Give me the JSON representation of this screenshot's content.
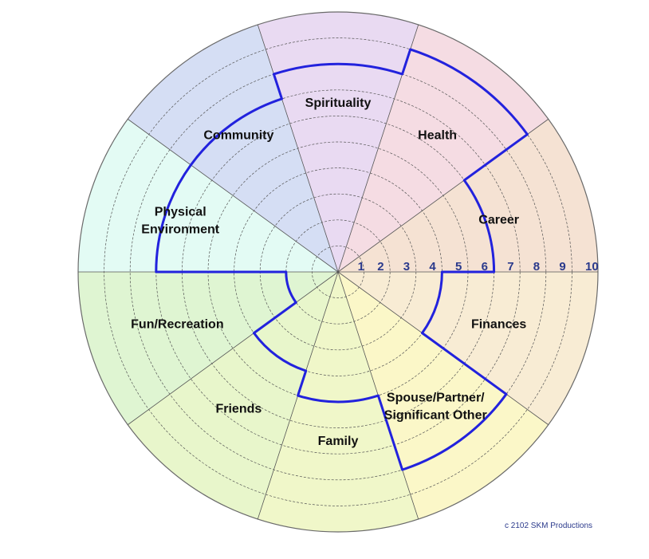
{
  "chart_data": {
    "type": "wheel",
    "scale": {
      "min": 0,
      "max": 10,
      "ticks": [
        "1",
        "2",
        "3",
        "4",
        "5",
        "6",
        "7",
        "8",
        "9",
        "10"
      ]
    },
    "grid": true,
    "categories": [
      {
        "name": "Career",
        "lines": [
          "Career"
        ],
        "value": 6,
        "color": "#f5e2d3"
      },
      {
        "name": "Finances",
        "lines": [
          "Finances"
        ],
        "value": 4,
        "color": "#f8ecd4"
      },
      {
        "name": "Spouse/Partner/ Significant Other",
        "lines": [
          "Spouse/Partner/",
          "Significant Other"
        ],
        "value": 8,
        "color": "#fbf7c8"
      },
      {
        "name": "Family",
        "lines": [
          "Family"
        ],
        "value": 5,
        "color": "#f0f7c9"
      },
      {
        "name": "Friends",
        "lines": [
          "Friends"
        ],
        "value": 4,
        "color": "#e8f6cb"
      },
      {
        "name": "Fun/Recreation",
        "lines": [
          "Fun/Recreation"
        ],
        "value": 2,
        "color": "#dff5d2"
      },
      {
        "name": "Physical Environment",
        "lines": [
          "Physical",
          "Environment"
        ],
        "value": 7,
        "color": "#e3fbf4"
      },
      {
        "name": "Community",
        "lines": [
          "Community"
        ],
        "value": 7,
        "color": "#d5def4"
      },
      {
        "name": "Spirituality",
        "lines": [
          "Spirituality"
        ],
        "value": 8,
        "color": "#e9daf2"
      },
      {
        "name": "Health",
        "lines": [
          "Health"
        ],
        "value": 9,
        "color": "#f5dce3"
      }
    ],
    "outline_color": "#2222dd",
    "copyright": "c 2102 SKM Productions"
  }
}
